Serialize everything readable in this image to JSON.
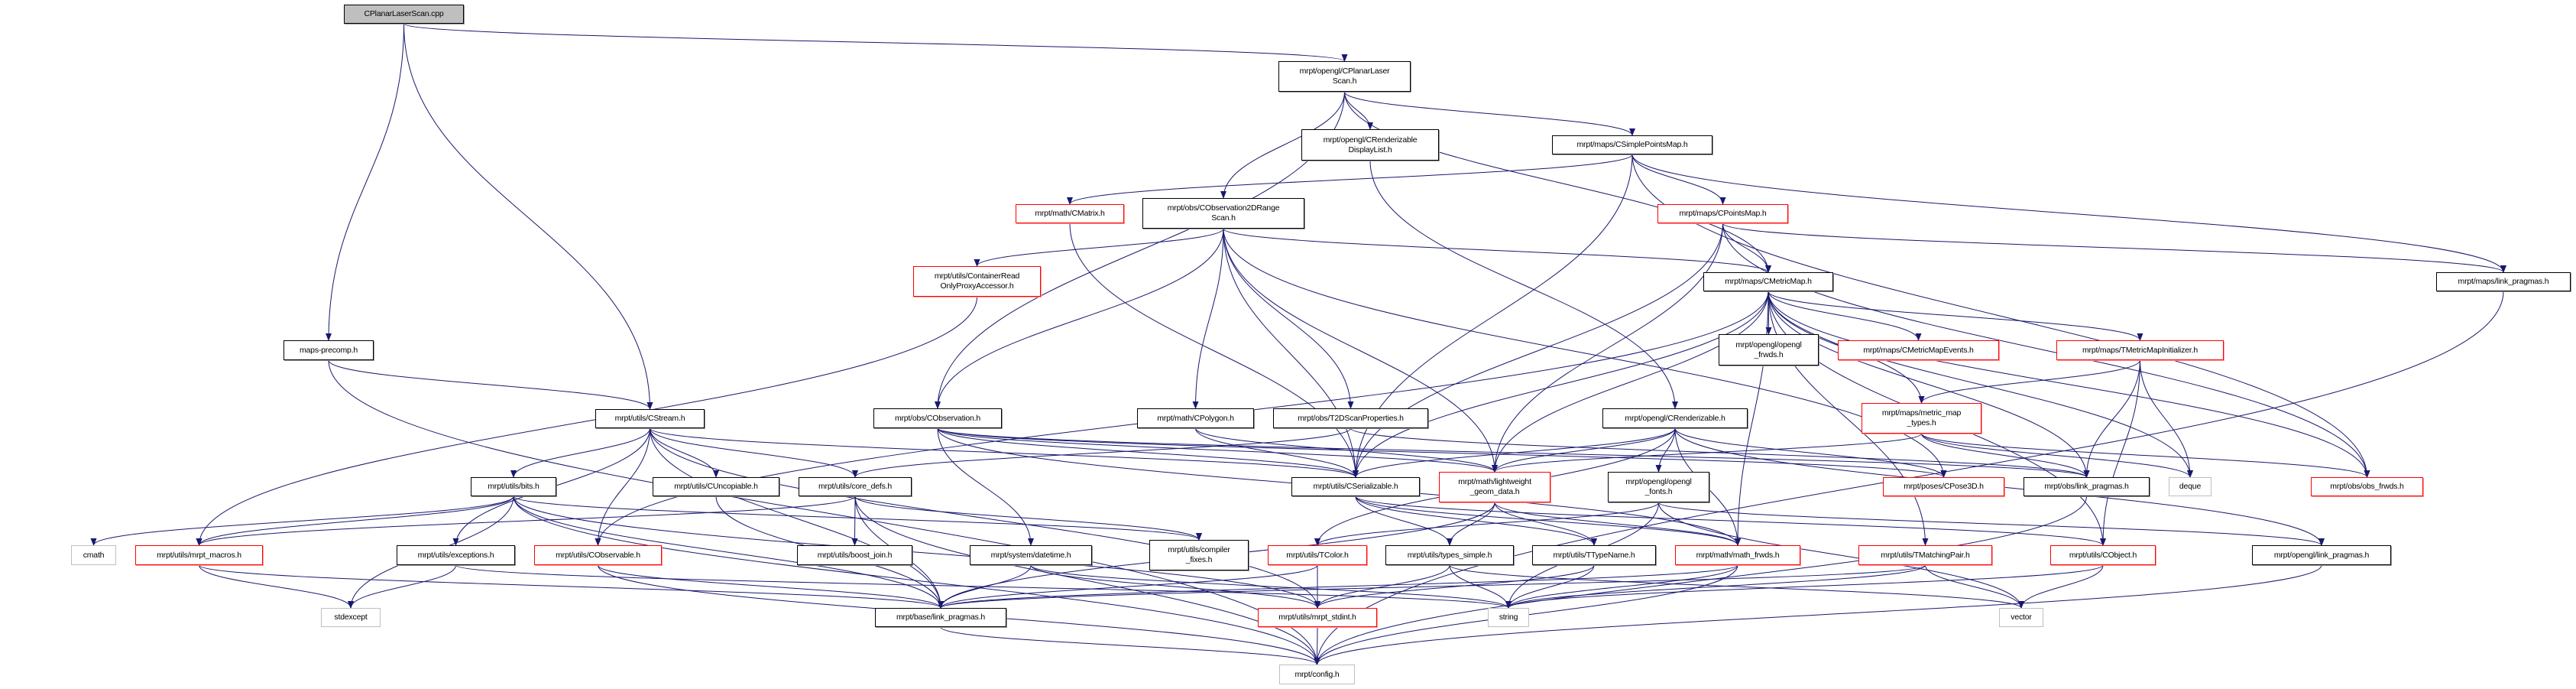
{
  "graph": {
    "title": "CPlanarLaserScan.cpp",
    "colors": {
      "edge": "#191970",
      "root_fill": "#bfbfbf",
      "missing_border": "#ff0000",
      "system_border": "#bfbfbf"
    },
    "nodes": [
      {
        "id": "cpp",
        "label": [
          "CPlanarLaserScan.cpp"
        ],
        "style": "root"
      },
      {
        "id": "mapsprecomp",
        "label": [
          "maps-precomp.h"
        ],
        "style": "normal"
      },
      {
        "id": "cplanarh",
        "label": [
          "mrpt/opengl/CPlanarLaser",
          "Scan.h"
        ],
        "style": "normal"
      },
      {
        "id": "cstream",
        "label": [
          "mrpt/utils/CStream.h"
        ],
        "style": "normal"
      },
      {
        "id": "crdl",
        "label": [
          "mrpt/opengl/CRenderizable",
          "DisplayList.h"
        ],
        "style": "normal"
      },
      {
        "id": "csimple",
        "label": [
          "mrpt/maps/CSimplePointsMap.h"
        ],
        "style": "normal"
      },
      {
        "id": "cmatrix",
        "label": [
          "mrpt/math/CMatrix.h"
        ],
        "style": "red"
      },
      {
        "id": "cobs2d",
        "label": [
          "mrpt/obs/CObservation2DRange",
          "Scan.h"
        ],
        "style": "normal"
      },
      {
        "id": "cpoints",
        "label": [
          "mrpt/maps/CPointsMap.h"
        ],
        "style": "red"
      },
      {
        "id": "cmetric",
        "label": [
          "mrpt/maps/CMetricMap.h"
        ],
        "style": "normal"
      },
      {
        "id": "mapslp",
        "label": [
          "mrpt/maps/link_pragmas.h"
        ],
        "style": "normal"
      },
      {
        "id": "container",
        "label": [
          "mrpt/utils/ContainerRead",
          "OnlyProxyAccessor.h"
        ],
        "style": "red"
      },
      {
        "id": "glfrwds",
        "label": [
          "mrpt/opengl/opengl",
          "_frwds.h"
        ],
        "style": "normal"
      },
      {
        "id": "mapevents",
        "label": [
          "mrpt/maps/CMetricMapEvents.h"
        ],
        "style": "red"
      },
      {
        "id": "tmminit",
        "label": [
          "mrpt/maps/TMetricMapInitializer.h"
        ],
        "style": "red"
      },
      {
        "id": "cobs",
        "label": [
          "mrpt/obs/CObservation.h"
        ],
        "style": "normal"
      },
      {
        "id": "cpolygon",
        "label": [
          "mrpt/math/CPolygon.h"
        ],
        "style": "normal"
      },
      {
        "id": "t2d",
        "label": [
          "mrpt/obs/T2DScanProperties.h"
        ],
        "style": "normal"
      },
      {
        "id": "crend",
        "label": [
          "mrpt/opengl/CRenderizable.h"
        ],
        "style": "normal"
      },
      {
        "id": "mmtypes",
        "label": [
          "mrpt/maps/metric_map",
          "_types.h"
        ],
        "style": "red"
      },
      {
        "id": "bits",
        "label": [
          "mrpt/utils/bits.h"
        ],
        "style": "normal"
      },
      {
        "id": "cuncop",
        "label": [
          "mrpt/utils/CUncopiable.h"
        ],
        "style": "normal"
      },
      {
        "id": "coredefs",
        "label": [
          "mrpt/utils/core_defs.h"
        ],
        "style": "normal"
      },
      {
        "id": "cser",
        "label": [
          "mrpt/utils/CSerializable.h"
        ],
        "style": "normal"
      },
      {
        "id": "lwgeom",
        "label": [
          "mrpt/math/lightweight",
          "_geom_data.h"
        ],
        "style": "red"
      },
      {
        "id": "glfonts",
        "label": [
          "mrpt/opengl/opengl",
          "_fonts.h"
        ],
        "style": "normal"
      },
      {
        "id": "cpose3d",
        "label": [
          "mrpt/poses/CPose3D.h"
        ],
        "style": "red"
      },
      {
        "id": "obslp",
        "label": [
          "mrpt/obs/link_pragmas.h"
        ],
        "style": "normal"
      },
      {
        "id": "deque",
        "label": [
          "deque"
        ],
        "style": "gray"
      },
      {
        "id": "obsfrwds",
        "label": [
          "mrpt/obs/obs_frwds.h"
        ],
        "style": "red"
      },
      {
        "id": "cmath",
        "label": [
          "cmath"
        ],
        "style": "gray"
      },
      {
        "id": "macros",
        "label": [
          "mrpt/utils/mrpt_macros.h"
        ],
        "style": "red"
      },
      {
        "id": "exceptions",
        "label": [
          "mrpt/utils/exceptions.h"
        ],
        "style": "normal"
      },
      {
        "id": "cobservable",
        "label": [
          "mrpt/utils/CObservable.h"
        ],
        "style": "red"
      },
      {
        "id": "boostjoin",
        "label": [
          "mrpt/utils/boost_join.h"
        ],
        "style": "normal"
      },
      {
        "id": "datetime",
        "label": [
          "mrpt/system/datetime.h"
        ],
        "style": "normal"
      },
      {
        "id": "compfix",
        "label": [
          "mrpt/utils/compiler",
          "_fixes.h"
        ],
        "style": "normal"
      },
      {
        "id": "tcolor",
        "label": [
          "mrpt/utils/TColor.h"
        ],
        "style": "red"
      },
      {
        "id": "typessimple",
        "label": [
          "mrpt/utils/types_simple.h"
        ],
        "style": "normal"
      },
      {
        "id": "ttypename",
        "label": [
          "mrpt/utils/TTypeName.h"
        ],
        "style": "normal"
      },
      {
        "id": "mathfrwds",
        "label": [
          "mrpt/math/math_frwds.h"
        ],
        "style": "red"
      },
      {
        "id": "tmatch",
        "label": [
          "mrpt/utils/TMatchingPair.h"
        ],
        "style": "red"
      },
      {
        "id": "cobject",
        "label": [
          "mrpt/utils/CObject.h"
        ],
        "style": "red"
      },
      {
        "id": "gllp",
        "label": [
          "mrpt/opengl/link_pragmas.h"
        ],
        "style": "normal"
      },
      {
        "id": "stdexcept",
        "label": [
          "stdexcept"
        ],
        "style": "gray"
      },
      {
        "id": "baselp",
        "label": [
          "mrpt/base/link_pragmas.h"
        ],
        "style": "normal"
      },
      {
        "id": "stdint",
        "label": [
          "mrpt/utils/mrpt_stdint.h"
        ],
        "style": "red"
      },
      {
        "id": "string",
        "label": [
          "string"
        ],
        "style": "gray"
      },
      {
        "id": "vector",
        "label": [
          "vector"
        ],
        "style": "gray"
      },
      {
        "id": "config",
        "label": [
          "mrpt/config.h"
        ],
        "style": "gray"
      }
    ],
    "edges": [
      [
        "cpp",
        "mapsprecomp"
      ],
      [
        "cpp",
        "cstream"
      ],
      [
        "cpp",
        "cplanarh"
      ],
      [
        "mapsprecomp",
        "cstream"
      ],
      [
        "mapsprecomp",
        "config"
      ],
      [
        "cplanarh",
        "crdl"
      ],
      [
        "cplanarh",
        "csimple"
      ],
      [
        "cplanarh",
        "cobs2d"
      ],
      [
        "cplanarh",
        "cmetric"
      ],
      [
        "cplanarh",
        "cobs"
      ],
      [
        "crdl",
        "crend"
      ],
      [
        "csimple",
        "cpoints"
      ],
      [
        "csimple",
        "cmatrix"
      ],
      [
        "csimple",
        "mapslp"
      ],
      [
        "csimple",
        "obsfrwds"
      ],
      [
        "csimple",
        "cser"
      ],
      [
        "cpoints",
        "cmetric"
      ],
      [
        "cpoints",
        "mapslp"
      ],
      [
        "cpoints",
        "cser"
      ],
      [
        "cpoints",
        "lwgeom"
      ],
      [
        "cpoints",
        "obsfrwds"
      ],
      [
        "cobs2d",
        "container"
      ],
      [
        "cobs2d",
        "cobs"
      ],
      [
        "cobs2d",
        "cpolygon"
      ],
      [
        "cobs2d",
        "t2d"
      ],
      [
        "cobs2d",
        "cser"
      ],
      [
        "cobs2d",
        "cmetric"
      ],
      [
        "cobs2d",
        "cpose3d"
      ],
      [
        "cobs2d",
        "lwgeom"
      ],
      [
        "cmatrix",
        "cser"
      ],
      [
        "container",
        "macros"
      ],
      [
        "cmetric",
        "glfrwds"
      ],
      [
        "cmetric",
        "mapevents"
      ],
      [
        "cmetric",
        "tmminit"
      ],
      [
        "cmetric",
        "mmtypes"
      ],
      [
        "cmetric",
        "obslp"
      ],
      [
        "cmetric",
        "deque"
      ],
      [
        "cmetric",
        "obsfrwds"
      ],
      [
        "cmetric",
        "cser"
      ],
      [
        "cmetric",
        "lwgeom"
      ],
      [
        "cmetric",
        "mathfrwds"
      ],
      [
        "cmetric",
        "tmatch"
      ],
      [
        "cmetric",
        "cobservable"
      ],
      [
        "cmetric",
        "cobject"
      ],
      [
        "tmminit",
        "mmtypes"
      ],
      [
        "tmminit",
        "obslp"
      ],
      [
        "tmminit",
        "deque"
      ],
      [
        "tmminit",
        "cobject"
      ],
      [
        "mmtypes",
        "obslp"
      ],
      [
        "mmtypes",
        "obsfrwds"
      ],
      [
        "mmtypes",
        "lwgeom"
      ],
      [
        "mmtypes",
        "deque"
      ],
      [
        "cobs",
        "cser"
      ],
      [
        "cobs",
        "datetime"
      ],
      [
        "cobs",
        "cpose3d"
      ],
      [
        "cobs",
        "obslp"
      ],
      [
        "cobs",
        "lwgeom"
      ],
      [
        "cobs",
        "mathfrwds"
      ],
      [
        "cpolygon",
        "cser"
      ],
      [
        "cpolygon",
        "lwgeom"
      ],
      [
        "t2d",
        "coredefs"
      ],
      [
        "t2d",
        "obslp"
      ],
      [
        "crend",
        "cser"
      ],
      [
        "crend",
        "lwgeom"
      ],
      [
        "crend",
        "glfonts"
      ],
      [
        "crend",
        "mathfrwds"
      ],
      [
        "crend",
        "cpose3d"
      ],
      [
        "crend",
        "gllp"
      ],
      [
        "crend",
        "tcolor"
      ],
      [
        "glfonts",
        "tcolor"
      ],
      [
        "glfonts",
        "string"
      ],
      [
        "glfonts",
        "vector"
      ],
      [
        "glfonts",
        "gllp"
      ],
      [
        "cstream",
        "bits"
      ],
      [
        "cstream",
        "cuncop"
      ],
      [
        "cstream",
        "coredefs"
      ],
      [
        "cstream",
        "exceptions"
      ],
      [
        "cstream",
        "cobservable"
      ],
      [
        "cstream",
        "cser"
      ],
      [
        "cstream",
        "baselp"
      ],
      [
        "cstream",
        "stdint"
      ],
      [
        "bits",
        "cmath"
      ],
      [
        "bits",
        "macros"
      ],
      [
        "bits",
        "stdexcept"
      ],
      [
        "bits",
        "compfix"
      ],
      [
        "bits",
        "config"
      ],
      [
        "bits",
        "stdint"
      ],
      [
        "bits",
        "baselp"
      ],
      [
        "macros",
        "stdexcept"
      ],
      [
        "macros",
        "baselp"
      ],
      [
        "exceptions",
        "stdexcept"
      ],
      [
        "exceptions",
        "string"
      ],
      [
        "cobservable",
        "baselp"
      ],
      [
        "cobservable",
        "config"
      ],
      [
        "cuncop",
        "baselp"
      ],
      [
        "coredefs",
        "boostjoin"
      ],
      [
        "coredefs",
        "compfix"
      ],
      [
        "coredefs",
        "baselp"
      ],
      [
        "coredefs",
        "config"
      ],
      [
        "coredefs",
        "macros"
      ],
      [
        "datetime",
        "baselp"
      ],
      [
        "datetime",
        "stdint"
      ],
      [
        "datetime",
        "string"
      ],
      [
        "cser",
        "typessimple"
      ],
      [
        "cser",
        "ttypename"
      ],
      [
        "cser",
        "mathfrwds"
      ],
      [
        "cser",
        "cobject"
      ],
      [
        "lwgeom",
        "ttypename"
      ],
      [
        "lwgeom",
        "mathfrwds"
      ],
      [
        "lwgeom",
        "typessimple"
      ],
      [
        "lwgeom",
        "baselp"
      ],
      [
        "typessimple",
        "stdint"
      ],
      [
        "typessimple",
        "string"
      ],
      [
        "typessimple",
        "vector"
      ],
      [
        "ttypename",
        "string"
      ],
      [
        "ttypename",
        "stdint"
      ],
      [
        "mathfrwds",
        "string"
      ],
      [
        "mathfrwds",
        "config"
      ],
      [
        "mathfrwds",
        "baselp"
      ],
      [
        "tcolor",
        "stdint"
      ],
      [
        "tcolor",
        "baselp"
      ],
      [
        "stdint",
        "config"
      ],
      [
        "tmatch",
        "vector"
      ],
      [
        "tmatch",
        "string"
      ],
      [
        "tmatch",
        "baselp"
      ],
      [
        "cobject",
        "vector"
      ],
      [
        "cobject",
        "string"
      ],
      [
        "gllp",
        "config"
      ],
      [
        "obslp",
        "config"
      ],
      [
        "mapslp",
        "config"
      ],
      [
        "baselp",
        "config"
      ]
    ]
  }
}
